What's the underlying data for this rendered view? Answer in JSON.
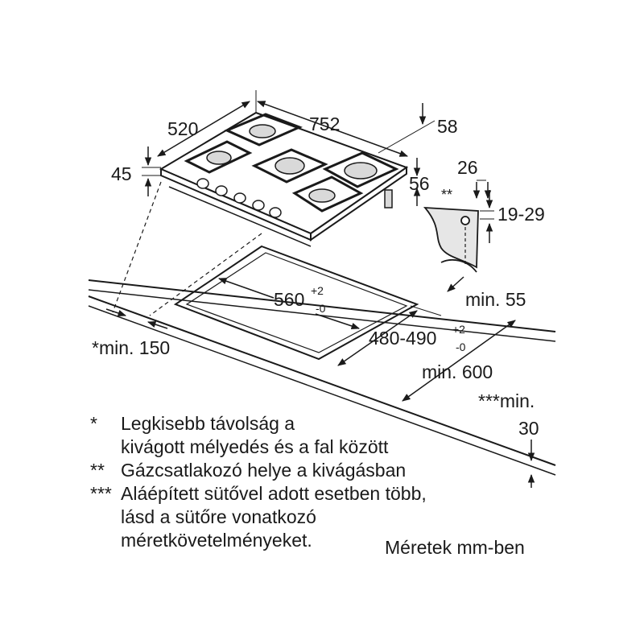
{
  "dimensions": {
    "hob_width": "752",
    "hob_depth": "520",
    "hob_height": "45",
    "rear_offset": "58",
    "side_offset": "56",
    "bracket_width": "26",
    "bracket_note": "**",
    "worktop_thickness": "19-29",
    "min_front": "min. 55",
    "cutout_width_main": "560",
    "cutout_width_tol_upper": "+2",
    "cutout_width_tol_lower": "-0",
    "cutout_depth_main": "480-490",
    "cutout_depth_tol_upper": "+2",
    "cutout_depth_tol_lower": "-0",
    "min_wall": "*min. 150",
    "min_depth": "min. 600",
    "min_below_line1": "***min.",
    "min_below_line2": "30"
  },
  "notes": [
    {
      "mark": "*",
      "lines": [
        "Legkisebb távolság a",
        "kivágott mélyedés és a fal között"
      ]
    },
    {
      "mark": "**",
      "lines": [
        "Gázcsatlakozó helye a kivágásban"
      ]
    },
    {
      "mark": "***",
      "lines": [
        "Aláépített sütővel adott esetben több,",
        "lásd a sütőre vonatkozó",
        "méretkövetelményeket."
      ]
    }
  ],
  "unit_note": "Méretek mm-ben",
  "colors": {
    "line": "#1a1a1a",
    "fill": "#ffffff",
    "shade": "#d9d9d9"
  }
}
